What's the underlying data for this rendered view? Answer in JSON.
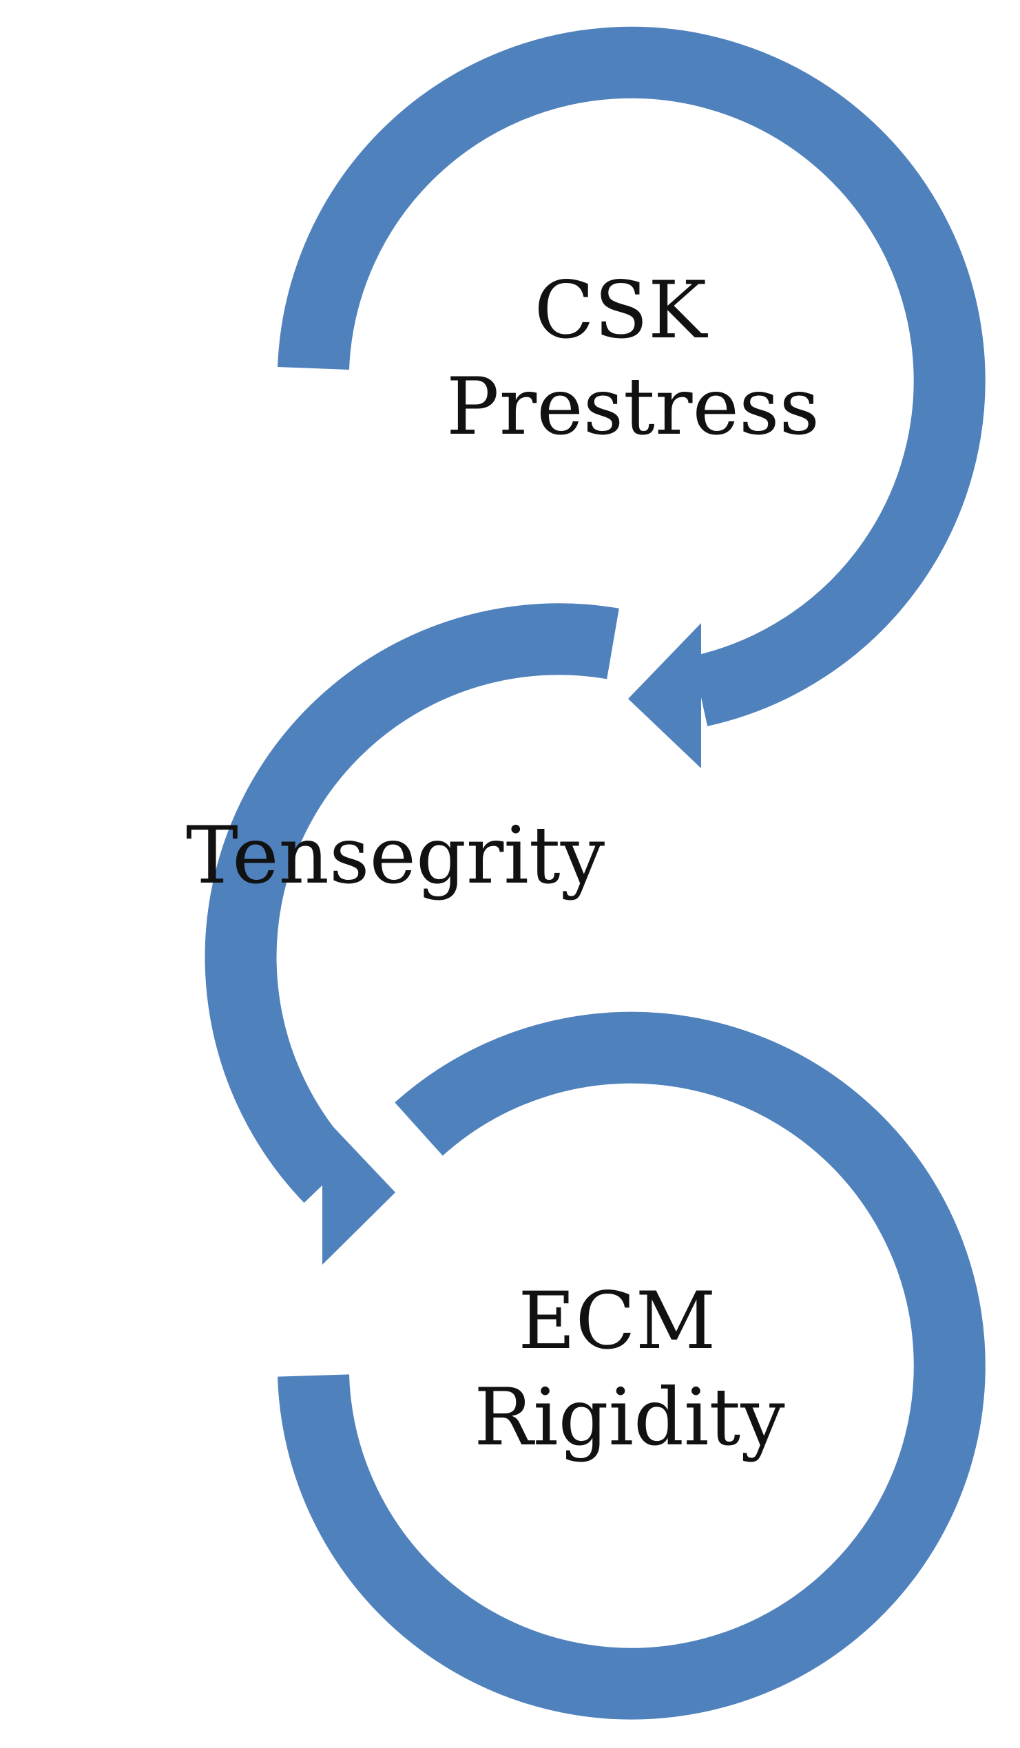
{
  "diagram": {
    "colors": {
      "arrow": "#4f81bd",
      "text": "#111111",
      "background": "#ffffff"
    },
    "nodes": [
      {
        "id": "csk-prestress",
        "lines": [
          "CSK",
          "Prestress"
        ]
      },
      {
        "id": "tensegrity",
        "lines": [
          "Tensegrity"
        ]
      },
      {
        "id": "ecm-rigidity",
        "lines": [
          "ECM",
          "Rigidity"
        ]
      }
    ],
    "edges": [
      {
        "from": "csk-prestress",
        "to": "tensegrity"
      },
      {
        "from": "tensegrity",
        "to": "ecm-rigidity"
      }
    ]
  }
}
